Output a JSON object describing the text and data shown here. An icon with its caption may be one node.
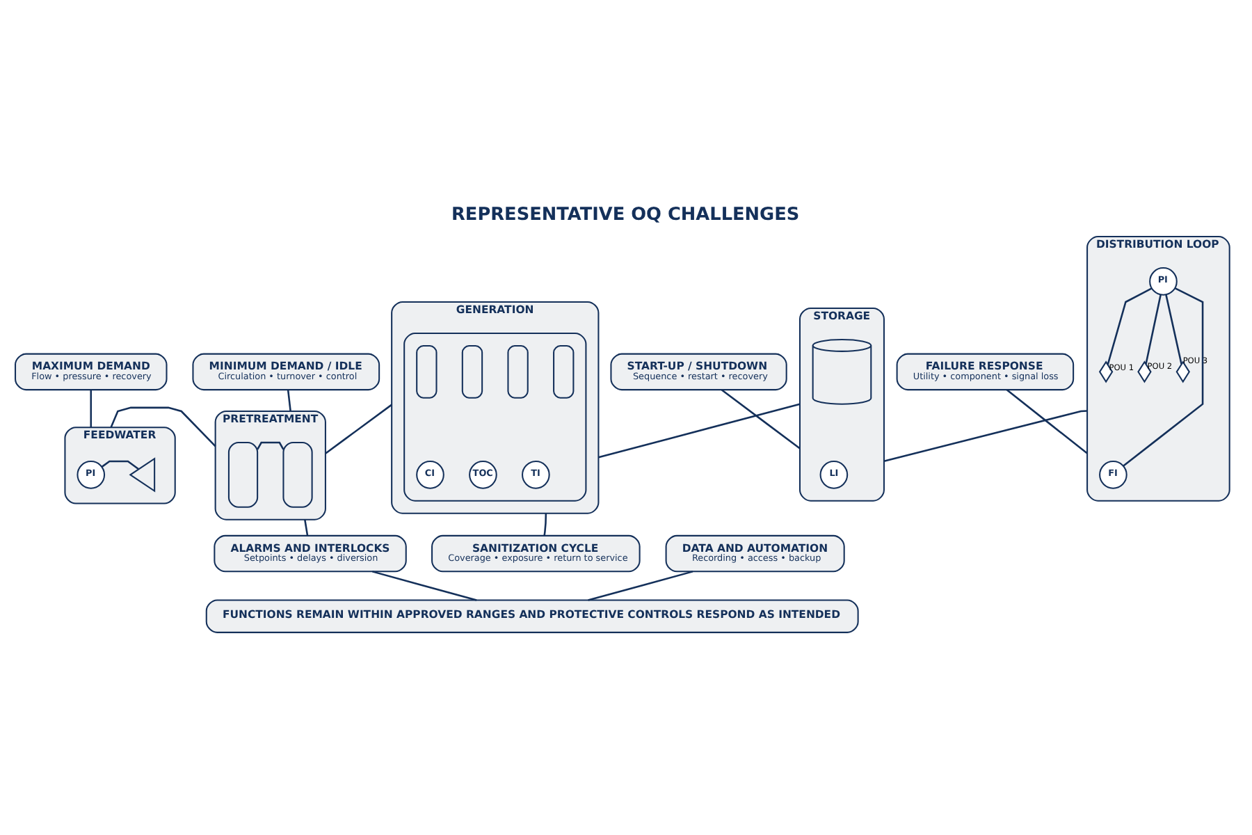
{
  "diagram": {
    "title": "REPRESENTATIVE OQ CHALLENGES",
    "nodes": [
      {
        "text": [
          "MAXIMUM DEMAND",
          "Flow • pressure • recovery"
        ]
      },
      {
        "text": [
          "MINIMUM DEMAND / IDLE",
          "Circulation • turnover • control"
        ]
      },
      {
        "text": [
          "START-UP / SHUTDOWN",
          "Sequence • restart • recovery"
        ]
      },
      {
        "text": [
          "FAILURE RESPONSE",
          "Utility • component • signal loss"
        ]
      },
      {
        "text": [
          "FEEDWATER"
        ]
      },
      {
        "text": [
          "PI"
        ],
        "in": 4
      },
      {
        "text": [],
        "shape": "triangle",
        "in": 4
      },
      {
        "text": [
          "PRETREATMENT"
        ]
      },
      {
        "text": [],
        "shape": "cylinder",
        "in": 7
      },
      {
        "text": [],
        "shape": "cylinder",
        "in": 7
      },
      {
        "text": [
          "GENERATION"
        ]
      },
      {
        "text": [],
        "shape": "box",
        "in": 10
      },
      {
        "text": [],
        "shape": "box",
        "in": 11
      },
      {
        "text": [],
        "shape": "box",
        "in": 11
      },
      {
        "text": [],
        "shape": "box",
        "in": 11
      },
      {
        "text": [],
        "shape": "box",
        "in": 11
      },
      {
        "text": [
          "CI"
        ],
        "in": 11
      },
      {
        "text": [
          "TOC"
        ],
        "in": 11
      },
      {
        "text": [
          "TI"
        ],
        "in": 11
      },
      {
        "text": [
          "STORAGE"
        ]
      },
      {
        "text": [],
        "shape": "tank",
        "in": 19
      },
      {
        "text": [
          "LI"
        ],
        "in": 19
      },
      {
        "text": [
          "DISTRIBUTION LOOP"
        ]
      },
      {
        "text": [
          "PI"
        ],
        "in": 22
      },
      {
        "text": [],
        "shape": "valve",
        "beside": [
          "POU 1"
        ],
        "in": 22
      },
      {
        "text": [],
        "shape": "valve",
        "beside": [
          "POU 2"
        ],
        "in": 22
      },
      {
        "text": [],
        "shape": "valve",
        "beside": [
          "POU 3"
        ],
        "in": 22
      },
      {
        "text": [
          "FI"
        ],
        "in": 22
      },
      {
        "text": [
          "ALARMS AND INTERLOCKS",
          "Setpoints • delays • diversion"
        ]
      },
      {
        "text": [
          "SANITIZATION CYCLE",
          "Coverage • exposure • return to service"
        ]
      },
      {
        "text": [
          "DATA AND AUTOMATION",
          "Recording • access • backup"
        ]
      },
      {
        "text": [
          "FUNCTIONS REMAIN WITHIN APPROVED RANGES AND PROTECTIVE CONTROLS RESPOND AS INTENDED"
        ]
      }
    ],
    "edges": [
      {
        "from": 0,
        "to": 4,
        "arrow": "none"
      },
      {
        "from": 1,
        "to": 7,
        "arrow": "none"
      },
      {
        "from": 2,
        "to": 19,
        "arrow": "none"
      },
      {
        "from": 3,
        "to": 22,
        "arrow": "none"
      },
      {
        "from": 5,
        "to": 6,
        "arrow": "none"
      },
      {
        "from": 8,
        "to": 9,
        "arrow": "none"
      },
      {
        "from": 4,
        "to": 7,
        "arrow": "none"
      },
      {
        "from": 7,
        "to": 10,
        "arrow": "none"
      },
      {
        "from": 10,
        "to": 19,
        "arrow": "none"
      },
      {
        "from": 19,
        "to": 22,
        "arrow": "none"
      },
      {
        "from": 23,
        "to": 24,
        "arrow": "none"
      },
      {
        "from": 23,
        "to": 25,
        "arrow": "none"
      },
      {
        "from": 23,
        "to": 26,
        "arrow": "none"
      },
      {
        "from": 23,
        "to": 27,
        "arrow": "none"
      },
      {
        "from": 7,
        "to": 28,
        "arrow": "none"
      },
      {
        "from": 10,
        "to": 29,
        "arrow": "none"
      },
      {
        "from": 28,
        "to": 31,
        "arrow": "none"
      },
      {
        "from": 30,
        "to": 31,
        "arrow": "none"
      }
    ]
  }
}
